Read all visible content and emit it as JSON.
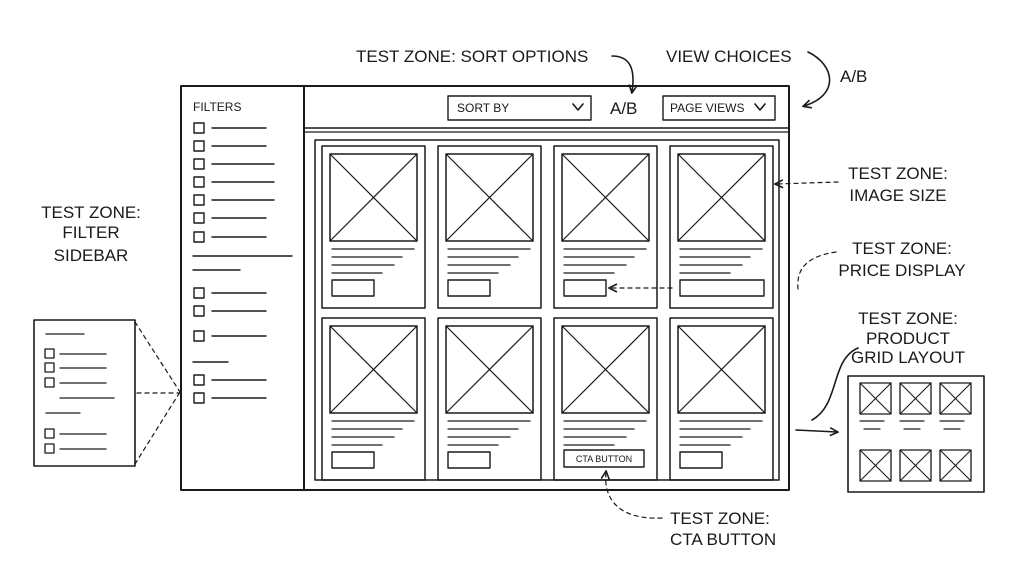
{
  "annotations": {
    "sort_options": "TEST ZONE: SORT OPTIONS",
    "view_choices": "VIEW CHOICES",
    "ab_view": "A/B",
    "ab_toolbar": "A/B",
    "filter_sidebar": [
      "TEST ZONE:",
      "FILTER",
      "SIDEBAR"
    ],
    "image_size": [
      "TEST ZONE:",
      "IMAGE SIZE"
    ],
    "price_display": [
      "TEST ZONE:",
      "PRICE DISPLAY"
    ],
    "product_grid_layout": [
      "TEST ZONE:",
      "PRODUCT",
      "GRID LAYOUT"
    ],
    "cta_button": [
      "TEST ZONE:",
      "CTA BUTTON"
    ]
  },
  "sidebar": {
    "title": "FILTERS"
  },
  "toolbar": {
    "sort_label": "SORT BY",
    "view_label": "PAGE VIEWS"
  },
  "products": {
    "cta_label": "CTA BUTTON"
  },
  "icons": {
    "dropdown": "chevron-down-icon",
    "image_placeholder": "image-placeholder-icon",
    "checkbox": "checkbox-icon"
  }
}
